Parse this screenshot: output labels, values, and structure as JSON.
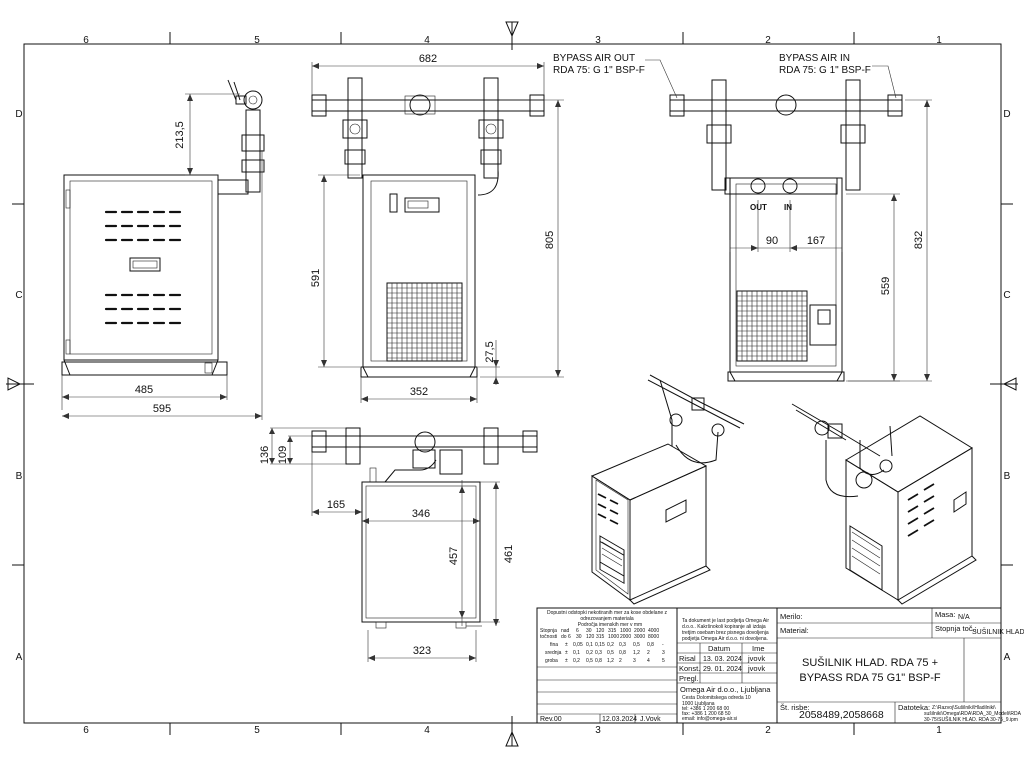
{
  "zones": {
    "columns": [
      "6",
      "5",
      "4",
      "3",
      "2",
      "1"
    ],
    "rows": [
      "D",
      "C",
      "B",
      "A"
    ]
  },
  "dimensions": {
    "side_height_top": "213,5",
    "side_width_485": "485",
    "side_width_595": "595",
    "front_width_682": "682",
    "front_height_591": "591",
    "front_height_805": "805",
    "front_foot": "27,5",
    "front_base_352": "352",
    "rear_offset_90": "90",
    "rear_offset_167": "167",
    "rear_height_559": "559",
    "rear_height_832": "832",
    "top_136": "136",
    "top_109": "109",
    "top_165": "165",
    "top_346": "346",
    "top_457": "457",
    "top_461": "461",
    "top_323": "323"
  },
  "callouts": {
    "bypass_out_line1": "BYPASS AIR OUT",
    "bypass_out_line2": "RDA 75: G 1\" BSP-F",
    "bypass_in_line1": "BYPASS AIR IN",
    "bypass_in_line2": "RDA 75: G 1\" BSP-F",
    "out_label": "OUT",
    "in_label": "IN"
  },
  "tolerance_table": {
    "intro_line1": "Dopustni odstopki nekotiranih mer za kose obdelane z",
    "intro_line2": "odrezovanjem materiala",
    "intro_line3": "Področja imenskih mer v mm",
    "row_stopnja": [
      "Stopnja",
      "nad",
      "6",
      "30",
      "120",
      "315",
      "1000",
      "2000",
      "4000"
    ],
    "row_tocnosti": [
      "točnosti",
      "do 6",
      "30",
      "120",
      "315",
      "1000",
      "2000",
      "3000",
      "8000"
    ],
    "row_fina": [
      "fina",
      "±",
      "0,05",
      "0,1",
      "0,15",
      "0,2",
      "0,3",
      "0,5",
      "0,8",
      "-"
    ],
    "row_srednja": [
      "srednja",
      "±",
      "0,1",
      "0,2",
      "0,3",
      "0,5",
      "0,8",
      "1,2",
      "2",
      "3"
    ],
    "row_groba": [
      "groba",
      "±",
      "0,2",
      "0,5",
      "0,8",
      "1,2",
      "2",
      "3",
      "4",
      "5"
    ]
  },
  "ownership_note": {
    "line1": "Ta dokument je last podjetja Omega Air",
    "line2": "d.o.o.. Kakršnokoli kopiranje ali izdaja",
    "line3": "tretjim osebam brez pisnega dovoljenja",
    "line4": "podjetja Omega Air d.o.o. ni dovoljena."
  },
  "approvals": {
    "col_datum": "Datum",
    "col_ime": "Ime",
    "risal_label": "Risal",
    "risal_date": "13. 03. 2024",
    "risal_name": "jvovk",
    "konst_label": "Konst.",
    "konst_date": "29. 01. 2024",
    "konst_name": "jvovk",
    "pregl_label": "Pregl."
  },
  "company": {
    "name": "Omega Air d.o.o., Ljubljana",
    "address1": "Cesta Dolomitskega odreda 10",
    "address2": "1000 Ljubljana",
    "tel": "tel: +386 1 200 68 00",
    "fax": "fax: +386 1 200 68 50",
    "email": "email: info@omega-air.si"
  },
  "revision": {
    "rev": "Rev.00",
    "date": "12.03.2024",
    "author": "J.Vovk"
  },
  "title_block": {
    "merilo_label": "Merilo:",
    "masa_label": "Masa:",
    "masa_value": "N/A",
    "material_label": "Material:",
    "stopnja_label": "Stopnja toč.:",
    "name_label": "SUŠILNIK HLAD",
    "title_line1": "SUŠILNIK HLAD. RDA 75 +",
    "title_line2": "BYPASS RDA 75 G1\" BSP-F",
    "st_risbe_label": "Št. risbe:",
    "drawing_number": "2058489,2058668",
    "datoteka_label": "Datoteka:",
    "datoteka_line1": "Z:\\Razvoj\\Sušilniki\\Hladilniki\\",
    "datoteka_line2": "sušilniki\\Omega\\RDA\\RDA_30_Modeli\\RDA",
    "datoteka_line3": "30-75\\SUŠILNIK HLAD. RDA 30-75_9.ipm"
  }
}
